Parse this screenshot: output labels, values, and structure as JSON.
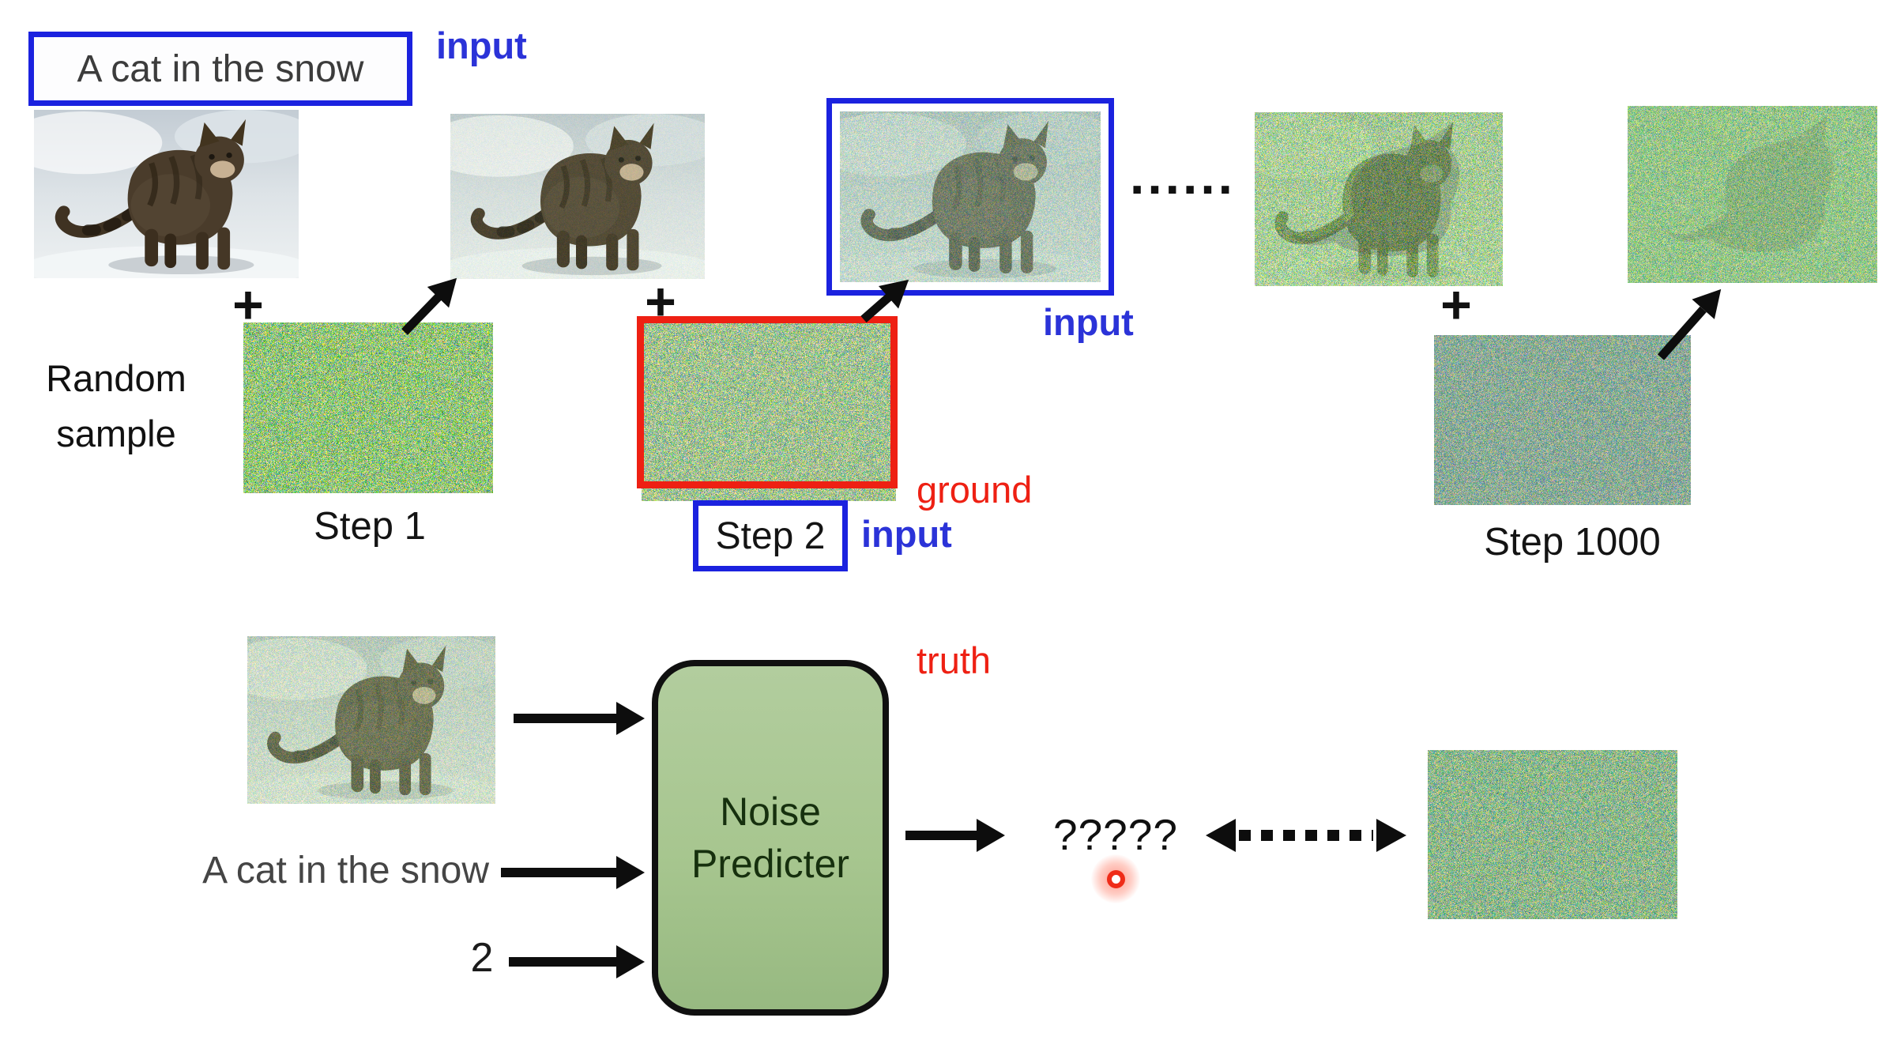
{
  "labels": {
    "prompt_top": "A cat in the snow",
    "input_top": "input",
    "random_line1": "Random",
    "random_line2": "sample",
    "plus": "+",
    "step_1": "Step 1",
    "step_2": "Step 2",
    "input_step2": "input",
    "ground_line1": "ground",
    "ground_line2": "truth",
    "input_xt": "input",
    "dots": "......",
    "step_1000": "Step 1000",
    "prompt_bottom": "A cat in the snow",
    "step_value": "2",
    "predictor_line1": "Noise",
    "predictor_line2": "Predicter",
    "question_marks": "?????"
  },
  "colors": {
    "box_blue": "#1b22df",
    "text_blue": "#2b33d8",
    "red": "#ee2013",
    "prompt_gray": "#3c3c3c",
    "black": "#141414",
    "predictor_fill": "#a7c68f",
    "predictor_text": "#16300e"
  },
  "images": {
    "cat_clean": "photo of a cat standing in snow",
    "cat_slightly_noisy": "cat photo with slight noise added",
    "cat_noisy_input": "cat photo with medium noise (input, blue frame)",
    "cat_very_noisy": "cat photo almost hidden by noise",
    "pure_noise_final": "pure random noise image",
    "noise_sample_step1": "random noise sample added at step 1",
    "noise_sample_step2": "random noise sample at step 2 (ground truth, red frame)",
    "noise_sample_step1000": "random noise sample added at step 1000",
    "cat_noisy_predictor_input": "noisy cat image fed to noise predicter",
    "noise_prediction_target": "noise image compared with the prediction"
  }
}
